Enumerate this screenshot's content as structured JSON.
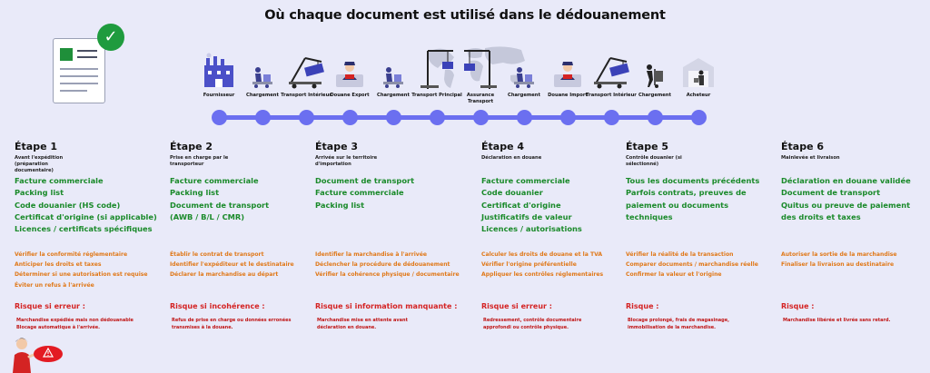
{
  "title": "Où chaque document est utilisé dans le dédouanement",
  "stages": [
    {
      "label": "Fournisseur",
      "icon": "factory-icon"
    },
    {
      "label": "Chargement",
      "icon": "forklift-icon"
    },
    {
      "label": "Transport Intérieur",
      "icon": "truck-crane-icon"
    },
    {
      "label": "Douane Export",
      "icon": "customs-officer-icon"
    },
    {
      "label": "Chargement",
      "icon": "forklift-icon"
    },
    {
      "label": "Transport Principal",
      "icon": "port-crane-icon"
    },
    {
      "label": "Assurance Transport",
      "icon": "ship-crane-icon"
    },
    {
      "label": "Chargement",
      "icon": "forklift-icon"
    },
    {
      "label": "Douane Import",
      "icon": "customs-officer-icon"
    },
    {
      "label": "Transport Intérieur",
      "icon": "truck-crane-icon"
    },
    {
      "label": "Chargement",
      "icon": "hand-truck-icon"
    },
    {
      "label": "Acheteur",
      "icon": "warehouse-icon"
    }
  ],
  "steps": [
    {
      "title": "Étape 1",
      "subtitle": "Avant l'expédition (préparation documentaire)",
      "documents": [
        "Facture commerciale",
        "Packing list",
        "Code douanier (HS code)",
        "Certificat d'origine (si applicable)",
        "Licences / certificats spécifiques"
      ],
      "checks": [
        "Vérifier la conformité réglementaire",
        "Anticiper les droits et taxes",
        "Déterminer si une autorisation est requise",
        "Éviter un refus à l'arrivée"
      ],
      "risk_title": "Risque si erreur :",
      "risk_text": [
        "Marchandise expédiée mais non dédouanable",
        "Blocage automatique à l'arrivée."
      ]
    },
    {
      "title": "Étape 2",
      "subtitle": "Prise en charge par le transporteur",
      "documents": [
        "Facture commerciale",
        "Packing list",
        "Document de transport",
        "(AWB / B/L / CMR)"
      ],
      "checks": [
        "Établir le contrat de transport",
        "Identifier l'expéditeur et le destinataire",
        "Déclarer la marchandise au départ"
      ],
      "risk_title": "Risque si incohérence :",
      "risk_text": [
        "Refus de prise en charge ou données erronées",
        "transmises à la douane."
      ]
    },
    {
      "title": "Étape 3",
      "subtitle": "Arrivée sur le territoire d'importation",
      "documents": [
        "Document de transport",
        "Facture commerciale",
        "Packing list"
      ],
      "checks": [
        "Identifier la marchandise à l'arrivée",
        "Déclencher la procédure de dédouanement",
        "Vérifier la cohérence physique / documentaire"
      ],
      "risk_title": "Risque si information manquante :",
      "risk_text": [
        "Marchandise mise en attente avant",
        "déclaration en douane."
      ]
    },
    {
      "title": "Étape 4",
      "subtitle": "Déclaration en douane",
      "documents": [
        "Facture commerciale",
        "Code douanier",
        "Certificat d'origine",
        "Justificatifs de valeur",
        "Licences / autorisations"
      ],
      "checks": [
        "Calculer les droits de douane et la TVA",
        "Vérifier l'origine préférentielle",
        "Appliquer les contrôles réglementaires"
      ],
      "risk_title": "Risque si erreur :",
      "risk_text": [
        "Redressement, contrôle documentaire",
        "approfondi ou contrôle physique."
      ]
    },
    {
      "title": "Étape 5",
      "subtitle": "Contrôle douanier (si sélectionné)",
      "documents": [
        "Tous les documents précédents",
        "Parfois contrats, preuves de",
        "paiement ou documents",
        "techniques"
      ],
      "checks": [
        "Vérifier la réalité de la transaction",
        "Comparer documents / marchandise réelle",
        "Confirmer la valeur et l'origine"
      ],
      "risk_title": "Risque :",
      "risk_text": [
        "Blocage prolongé, frais de magasinage,",
        "immobilisation de la marchandise."
      ]
    },
    {
      "title": "Étape 6",
      "subtitle": "Mainlevée et livraison",
      "documents": [
        "Déclaration en douane validée",
        "Document de transport",
        "Quitus ou preuve de paiement",
        "des droits et taxes"
      ],
      "checks": [
        "Autoriser la sortie de la marchandise",
        "Finaliser la livraison au destinataire"
      ],
      "risk_title": "Risque :",
      "risk_text": [
        "Marchandise libérée et livrée sans retard."
      ]
    }
  ],
  "colors": {
    "background": "#e9eaf9",
    "timeline": "#6b6ff0",
    "documents": "#1a8a2a",
    "checks": "#e07818",
    "risk": "#d42323"
  }
}
